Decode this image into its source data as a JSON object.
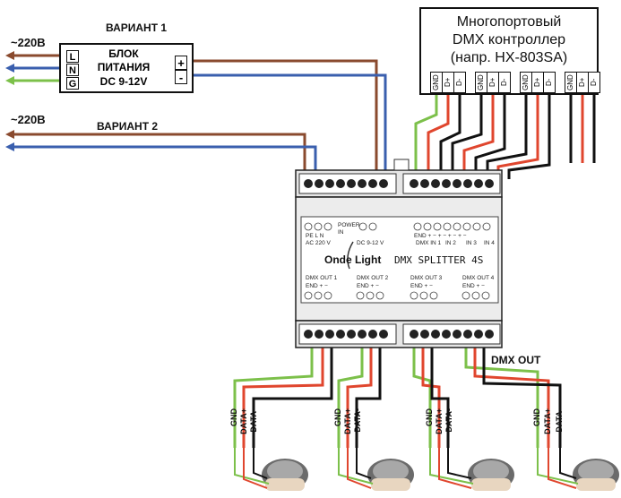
{
  "variant1": {
    "title": "ВАРИАНТ 1",
    "voltage": "~220В"
  },
  "variant2": {
    "title": "ВАРИАНТ 2",
    "voltage": "~220В"
  },
  "psu": {
    "line1": "БЛОК",
    "line2": "ПИТАНИЯ",
    "line3": "DC 9-12V",
    "terminals": [
      "L",
      "N",
      "G"
    ],
    "plus": "+",
    "minus": "-"
  },
  "controller": {
    "line1": "Многопортовый",
    "line2": "DMX контроллер",
    "line3": "(напр. HX-803SA)",
    "pins": [
      "GND",
      "D+",
      "D-",
      "GND",
      "D+",
      "D-",
      "GND",
      "D+",
      "D-",
      "GND",
      "D+",
      "D-"
    ]
  },
  "splitter": {
    "brand": "Onde Light",
    "model": "DMX SPLITTER 4S",
    "power_in": "POWER IN",
    "ac": "AC 220 V",
    "dc": "DC 9-12 V",
    "ac_pins": "PE  L  N",
    "in_labels": [
      "DMX IN 1",
      "IN 2",
      "IN 3",
      "IN 4"
    ],
    "in_pins": "END + −  + −  + −  + −",
    "outs": [
      "DMX OUT 1",
      "DMX OUT 2",
      "DMX OUT 3",
      "DMX OUT 4"
    ],
    "out_pins": "END  +  −"
  },
  "dmx_out": "DMX OUT",
  "wire_labels": [
    "GND",
    "DATA+",
    "DATA-"
  ],
  "colors": {
    "brown": "#8a4a2e",
    "blue": "#3a5fae",
    "green": "#7cc04a",
    "red": "#e0462e",
    "black": "#111111",
    "module": "#ececec"
  }
}
